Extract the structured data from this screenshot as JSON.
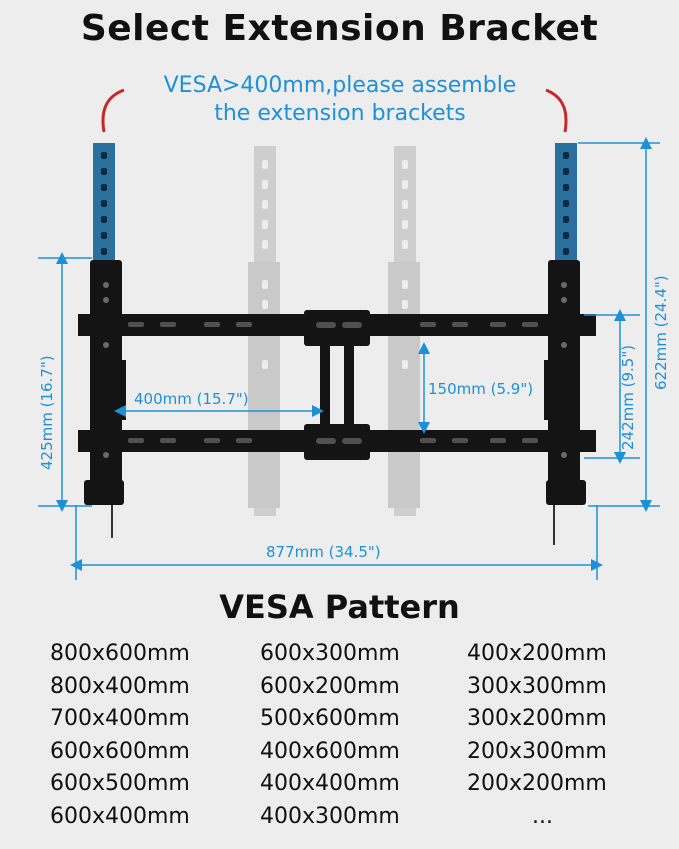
{
  "title": "Select Extension Bracket",
  "note": {
    "line1": "VESA>400mm,please assemble",
    "line2": "the extension brackets"
  },
  "dimensions": {
    "width_horizontal": "400mm (15.7\")",
    "height_vertical": "150mm (5.9\")",
    "bracket_height": "425mm (16.7\")",
    "plate_height": "242mm (9.5\")",
    "extended_height": "622mm (24.4\")",
    "total_width": "877mm (34.5\")"
  },
  "vesa": {
    "heading": "VESA Pattern",
    "columns": [
      [
        "800x600mm",
        "800x400mm",
        "700x400mm",
        "600x600mm",
        "600x500mm",
        "600x400mm"
      ],
      [
        "600x300mm",
        "600x200mm",
        "500x600mm",
        "400x600mm",
        "400x400mm",
        "400x300mm"
      ],
      [
        "400x200mm",
        "300x300mm",
        "300x200mm",
        "200x300mm",
        "200x200mm",
        "..."
      ]
    ]
  },
  "colors": {
    "accent": "#1e90d6",
    "arrow": "#c62828",
    "metal": "#141414",
    "extension": "#2a6f9e",
    "ghost": "#b9b9b9"
  }
}
